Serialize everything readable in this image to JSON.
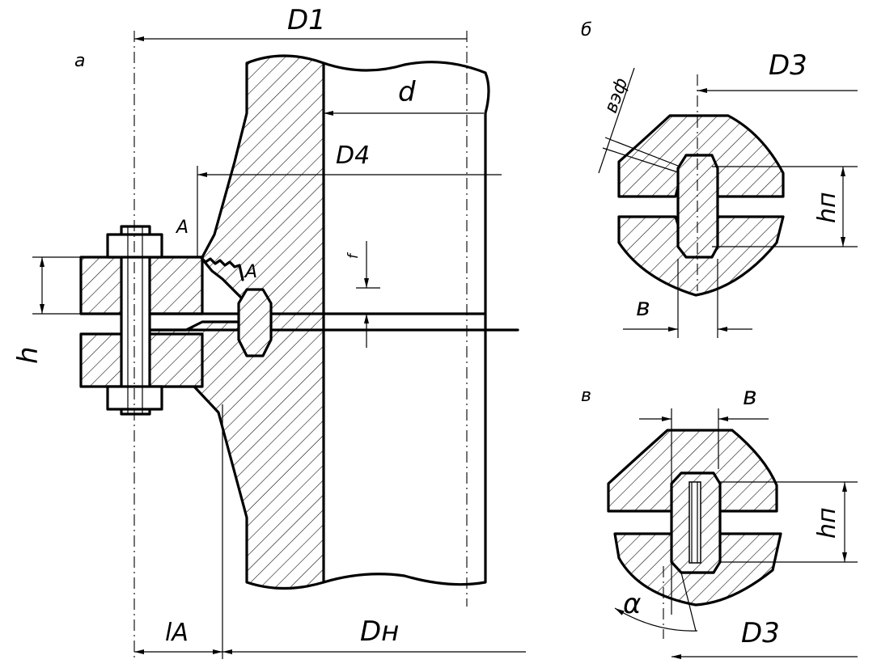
{
  "views": {
    "a": "а",
    "b": "б",
    "v": "в"
  },
  "labels": {
    "D1": "D1",
    "d": "d",
    "D4": "D4",
    "A_upper": "A",
    "A_lower": "A",
    "f": "f",
    "h": "h",
    "lA": "lA",
    "Dn": "Dн",
    "D3_top": "D3",
    "b_eff": "вэф",
    "hn_top": "hп",
    "b_top": "в",
    "b_bottom": "в",
    "hn_bottom": "hп",
    "alpha": "α",
    "D3_bottom": "D3"
  }
}
